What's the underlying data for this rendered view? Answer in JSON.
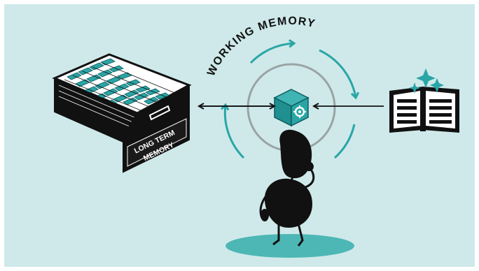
{
  "diagram": {
    "working_memory_label": "WORKING MEMORY",
    "long_term_memory_label_line1": "LONG TERM",
    "long_term_memory_label_line2": "MEMORY"
  },
  "colors": {
    "background": "#cfe9ea",
    "teal": "#2aa5a6",
    "dark_teal": "#1f8f90",
    "grey_circle": "#9aa3a4",
    "black": "#111111",
    "ground_ellipse": "#4db7b5",
    "white": "#ffffff"
  }
}
